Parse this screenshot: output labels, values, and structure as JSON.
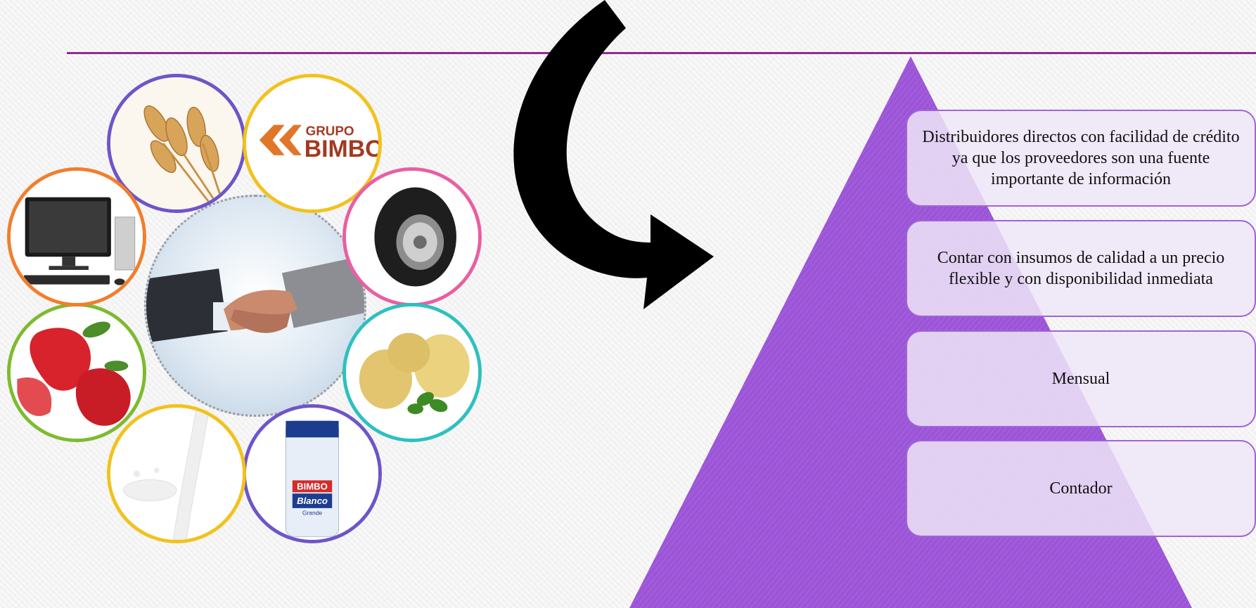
{
  "collage": {
    "center": "handshake",
    "rings": [
      {
        "name": "wheat",
        "color": "#6e55c8"
      },
      {
        "name": "grupo-bimbo-logo",
        "color": "#f2c21c",
        "logo_top": "GRUPO",
        "logo_main": "BIMBO"
      },
      {
        "name": "tire",
        "color": "#ea5ea2"
      },
      {
        "name": "potatoes",
        "color": "#2ec0c0"
      },
      {
        "name": "bread-package",
        "color": "#6e55c8",
        "brand": "BIMBO",
        "label": "Blanco",
        "sub": "Grande"
      },
      {
        "name": "milk",
        "color": "#f2c21c"
      },
      {
        "name": "strawberries",
        "color": "#7dbb2f"
      },
      {
        "name": "computer",
        "color": "#f27e2c"
      }
    ]
  },
  "colors": {
    "rule": "#8e2d8e",
    "pyramid": "#9b55d6",
    "box_border": "#a064d8",
    "arrow": "#000000"
  },
  "pyramid": {
    "boxes": [
      {
        "text": "Distribuidores directos con facilidad de crédito ya que los proveedores son una fuente importante de información"
      },
      {
        "text": "Contar con insumos de calidad a un precio flexible y con disponibilidad inmediata"
      },
      {
        "text": "Mensual"
      },
      {
        "text": "Contador"
      }
    ]
  }
}
